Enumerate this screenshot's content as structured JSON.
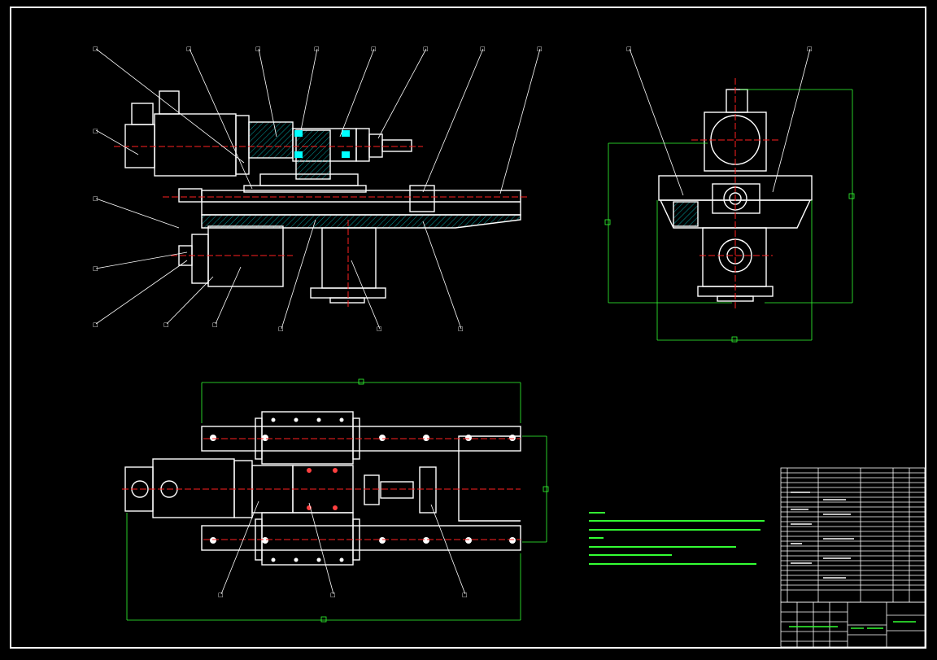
{
  "drawing": {
    "palette": {
      "background": "#000000",
      "outline": "#ffffff",
      "section_hatch": "#00a0a0",
      "dimension": "#33ff33",
      "centerline": "#ff2020",
      "highlight_cyan": "#00ffff",
      "highlight_magenta": "#ff40ff"
    },
    "part_marker_glyph": "□",
    "tech_requirements_color": "#33ff33",
    "views": [
      "front-section-view",
      "side-view",
      "top-view",
      "parts-list",
      "title-block"
    ]
  }
}
